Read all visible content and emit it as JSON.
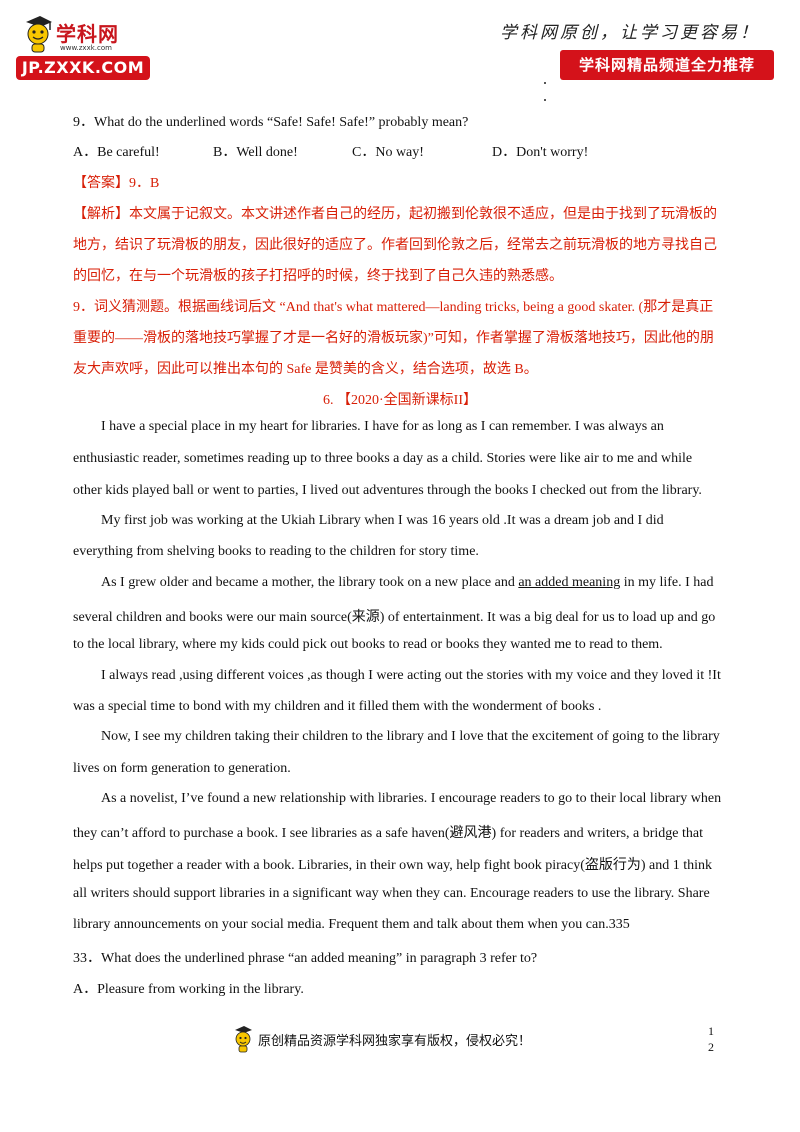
{
  "header": {
    "logo_text": "学科网",
    "logo_url": "www.zxxk.com",
    "logo_badge": "JP.ZXXK.COM",
    "slogan": "学科网原创，让学习更容易！",
    "channel": "学科网精品频道全力推荐"
  },
  "q9": {
    "question": "9．What do the underlined words “Safe! Safe! Safe!” probably mean?",
    "options": [
      "A．Be careful!",
      "B．Well done!",
      "C．No way!",
      "D．Don't worry!"
    ]
  },
  "answer": {
    "label": "【答案】",
    "text": "9．B"
  },
  "analysis": {
    "label": "【解析】",
    "lines": [
      "本文属于记叙文。本文讲述作者自己的经历，起初搬到伦敦很不适应，但是由于找到了玩滑板的",
      "地方，结识了玩滑板的朋友，因此很好的适应了。作者回到伦敦之后，经常去之前玩滑板的地方寻找自己",
      "的回忆，在与一个玩滑板的孩子打招呼的时候，终于找到了自己久违的熟悉感。",
      "9．词义猜测题。根据画线词后文 “And that's what mattered—landing tricks, being a good skater. (那才是真正",
      "重要的——滑板的落地技巧掌握了才是一名好的滑板玩家)”可知，作者掌握了滑板落地技巧，因此他的朋",
      "友大声欢呼，因此可以推出本句的 Safe 是赞美的含义，结合选项，故选 B。"
    ]
  },
  "section": {
    "title": "6. 【2020·全国新课标II】"
  },
  "passage": {
    "p1": [
      "I have a special place in my heart for libraries. I have for as long as I can remember. I was always an",
      "enthusiastic reader, sometimes reading up to three books a day as a child. Stories were like air to me and while",
      "other kids played ball or went to parties, I lived out adventures through the books I checked out from the library."
    ],
    "p2": [
      "My first job was working at the Ukiah Library when I was 16 years old .It was a dream job and I did",
      "everything from shelving books to reading to the children for story time."
    ],
    "p3_before": "As I grew older and became a mother, the library took on a new place and ",
    "p3_underline": "an added meaning",
    "p3_after": " in my life. I had",
    "p3_rest": [
      "several children and books were our main source(来源) of entertainment. It was a big deal for us to load up and go",
      "to the local library, where my kids could pick out books to read or books they wanted me to read to them."
    ],
    "p4": [
      "I always read ,using different voices ,as though I were acting out the stories with my voice and they loved it !It",
      "was a special time to bond with my children and it filled them with the wonderment of books ."
    ],
    "p5": [
      "Now, I see my children taking their children to the library and I love that the excitement of going to the library",
      "lives on form generation to generation."
    ],
    "p6": [
      "As a novelist, I’ve found a new relationship with libraries. I encourage readers to go to their local library when",
      "they can’t afford to purchase a book. I see libraries as a safe haven(避风港) for readers and writers, a bridge that",
      "helps put together a reader with a book. Libraries, in their own way, help fight book piracy(盗版行为) and 1 think",
      "all writers should support libraries in a significant way when they can. Encourage readers to use the library. Share",
      "library announcements on your social media. Frequent them and talk about them when you can.335"
    ]
  },
  "q33": {
    "question": "33．What does the underlined phrase “an added meaning” in paragraph 3 refer to?",
    "option_a": "A．Pleasure from working in the library."
  },
  "footer": {
    "text": "原创精品资源学科网独家享有版权，侵权必究！",
    "page": "1",
    "total": "2"
  }
}
